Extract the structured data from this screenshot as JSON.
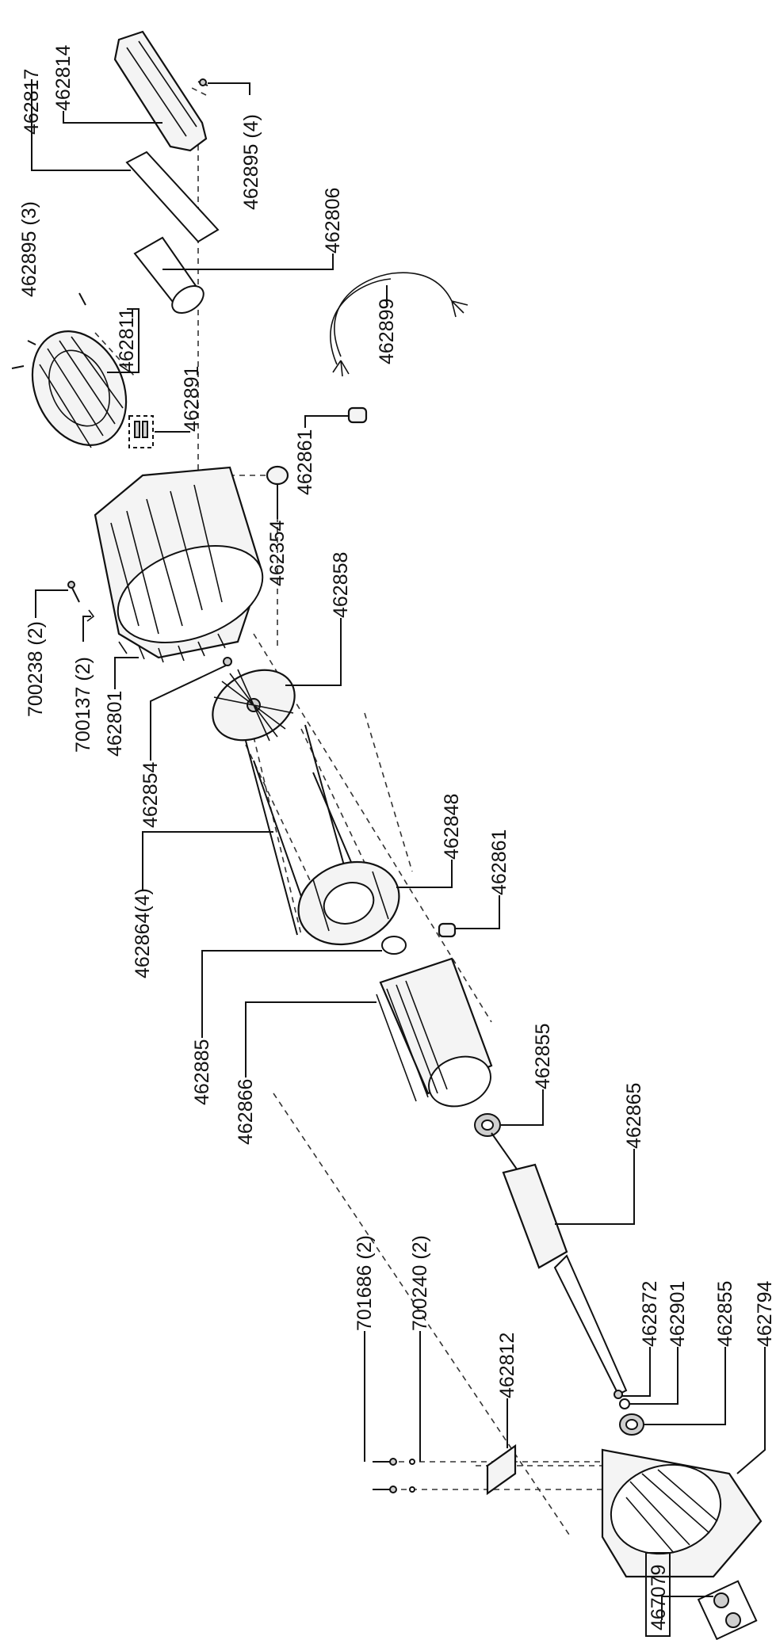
{
  "labels": {
    "p462817": "462817",
    "p462814": "462814",
    "p462895_4": "462895 (4)",
    "p462806": "462806",
    "p462895_3": "462895 (3)",
    "p462811": "462811",
    "p462891": "462891",
    "p462899": "462899",
    "p462861_top": "462861",
    "p462354": "462354",
    "p700238": "700238  (2)",
    "p700137": "700137 (2)",
    "p462801": "462801",
    "p462854": "462854",
    "p462858": "462858",
    "p462864": "462864(4)",
    "p462848": "462848",
    "p462861_mid": "462861",
    "p462885": "462885",
    "p462866": "462866",
    "p462855_top": "462855",
    "p462865": "462865",
    "p701686": "701686 (2)",
    "p700240": "700240 (2)",
    "p462812": "462812",
    "p462872": "462872",
    "p462901": "462901",
    "p462855_bot": "462855",
    "p462794": "462794",
    "p467079": "467079"
  }
}
